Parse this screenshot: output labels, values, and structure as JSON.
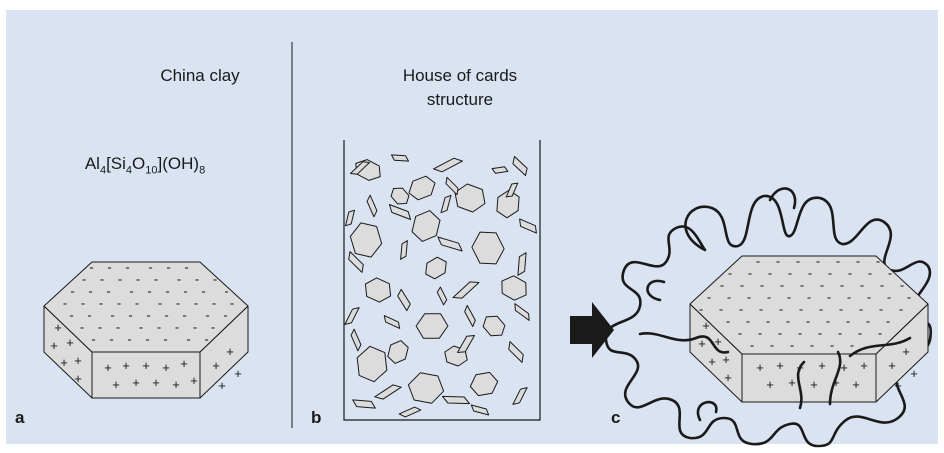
{
  "panels": {
    "a": {
      "letter": "a",
      "title": "China clay",
      "formula": "Al4[Si4O10](OH)8"
    },
    "b": {
      "letter": "b",
      "title_line1": "House of cards",
      "title_line2": "structure"
    },
    "c": {
      "letter": "c"
    }
  },
  "colors": {
    "background": "#d9e3f1",
    "platelet_fill": "#dcdcdc",
    "stroke": "#1a1a1a"
  },
  "charges": {
    "top_face": "-",
    "side_faces": "+"
  },
  "icons": {
    "arrow": "right-arrow-icon"
  }
}
